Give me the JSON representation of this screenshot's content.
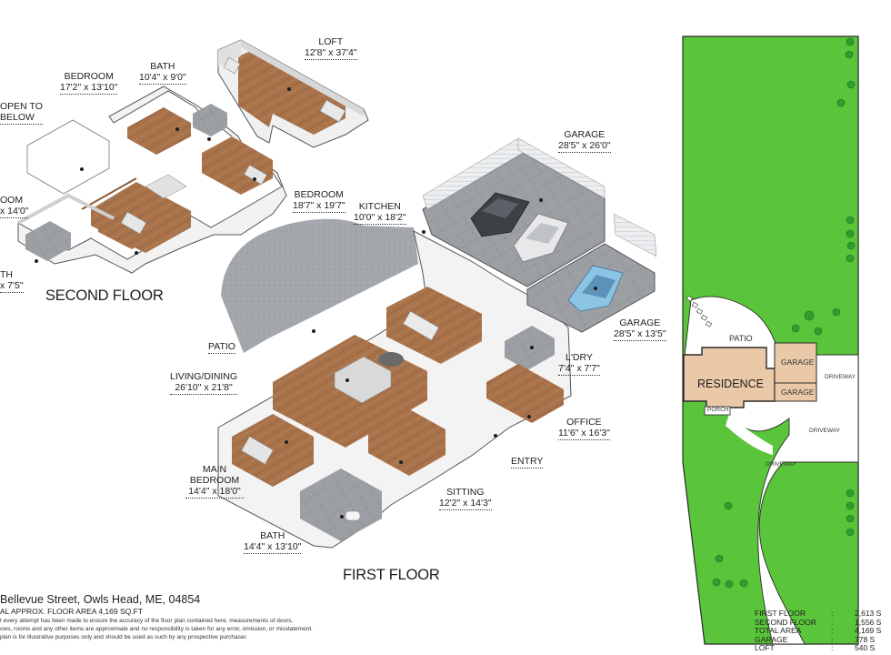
{
  "second_floor": {
    "title": "SECOND FLOOR",
    "rooms": [
      {
        "name": "LOFT",
        "dims": "12'8\" x 37'4\""
      },
      {
        "name": "BATH",
        "dims": "10'4\" x 9'0\""
      },
      {
        "name": "BEDROOM",
        "dims": "17'2\" x 13'10\""
      },
      {
        "name": "OPEN TO",
        "dims": "BELOW"
      },
      {
        "name": "BEDROOM",
        "dims": "18'7\" x 19'7\""
      },
      {
        "name": "OOM",
        "dims": "x 14'0\""
      },
      {
        "name": "TH",
        "dims": "x 7'5\""
      }
    ]
  },
  "first_floor": {
    "title": "FIRST FLOOR",
    "rooms": [
      {
        "name": "GARAGE",
        "dims": "28'5\" x 26'0\""
      },
      {
        "name": "KITCHEN",
        "dims": "10'0\" x 18'2\""
      },
      {
        "name": "GARAGE",
        "dims": "28'5\" x 13'5\""
      },
      {
        "name": "PATIO",
        "dims": ""
      },
      {
        "name": "L'DRY",
        "dims": "7'4\" x 7'7\""
      },
      {
        "name": "LIVING/DINING",
        "dims": "26'10\" x 21'8\""
      },
      {
        "name": "OFFICE",
        "dims": "11'6\" x 16'3\""
      },
      {
        "name": "ENTRY",
        "dims": ""
      },
      {
        "name": "MAIN BEDROOM",
        "dims": "14'4\" x 18'0\""
      },
      {
        "name": "SITTING",
        "dims": "12'2\" x 14'3\""
      },
      {
        "name": "BATH",
        "dims": "14'4\" x 13'10\""
      }
    ]
  },
  "site_plan": {
    "labels": {
      "patio": "PATIO",
      "residence": "RESIDENCE",
      "garage_top": "GARAGE",
      "garage_bottom": "GARAGE",
      "porch": "PORCH",
      "driveway_1": "DRIVEWAY",
      "driveway_2": "DRIVEWAY",
      "driveway_3": "DRIVEWAY"
    }
  },
  "footer": {
    "address": "Bellevue Street, Owls Head, ME, 04854",
    "approx_area": "AL APPROX. FLOOR AREA 4,169 SQ.FT",
    "disclaimer": [
      "t every attempt has been made to ensure the accuracy of the floor plan contained here, measurements of doors,",
      "ows, rooms and any other items are approximate and no responsibility is taken for any error, omission, or misstatement.",
      "plan is for illustrative purposes only and should be used as such by any prospective purchaser."
    ]
  },
  "area_summary": [
    {
      "label": "FIRST FLOOR",
      "sep": ":",
      "value": "2,613 S"
    },
    {
      "label": "SECOND FLOOR",
      "sep": ":",
      "value": "1,556 S"
    },
    {
      "label": "TOTAL AREA",
      "sep": ":",
      "value": "4,169 S"
    },
    {
      "label": "GARAGE",
      "sep": ":",
      "value": "778 S"
    },
    {
      "label": "LOFT",
      "sep": ":",
      "value": "540 S"
    }
  ],
  "colors": {
    "floor_wood": "#a8724a",
    "floor_tile": "#9a9a9a",
    "wall": "#f4f4f4",
    "lawn": "#5ac43a",
    "residence": "#e9c9a8",
    "outline": "#2a2a2a"
  },
  "icons": [
    "car-icon",
    "sofa-icon",
    "bed-icon",
    "tree-icon"
  ]
}
